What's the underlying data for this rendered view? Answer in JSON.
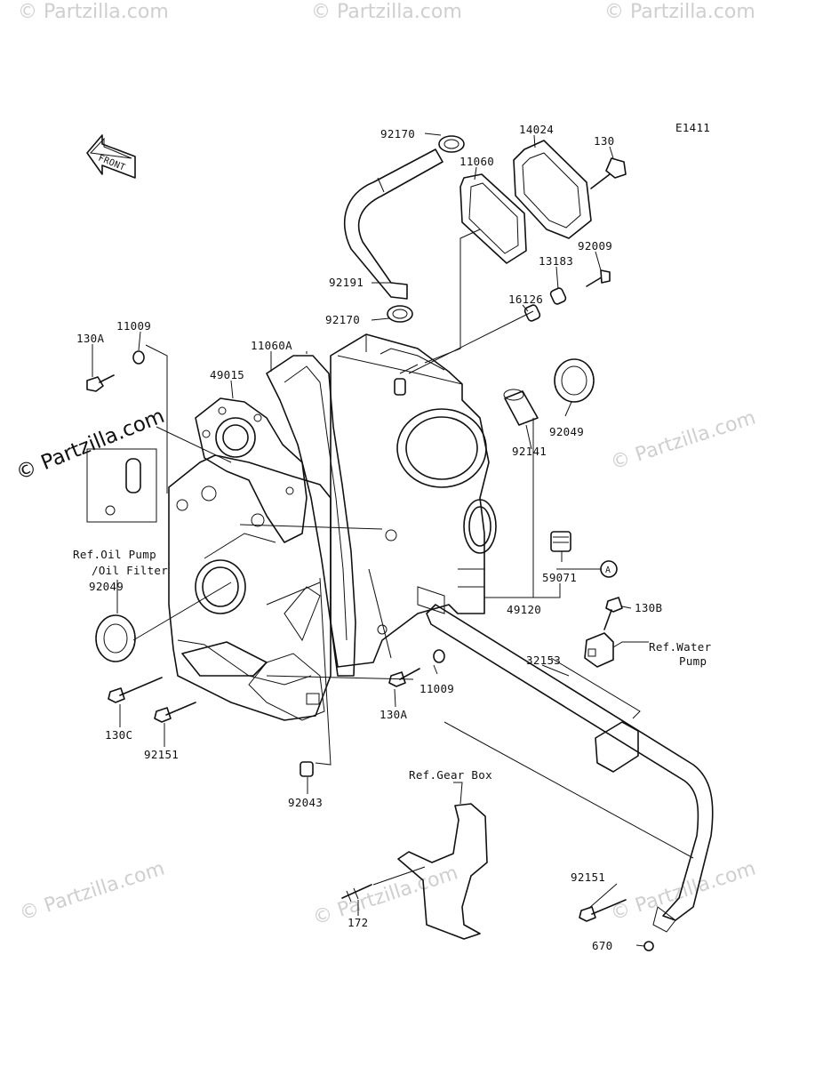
{
  "diagram": {
    "code": "E1411",
    "front_label": "FRONT",
    "watermark_text": "© Partzilla.com",
    "labels": {
      "p92170a": "92170",
      "p14024": "14024",
      "p130": "130",
      "p11060": "11060",
      "p92009": "92009",
      "p13183": "13183",
      "p16126": "16126",
      "p92191": "92191",
      "p92170b": "92170",
      "p11009a": "11009",
      "p130Aa": "130A",
      "p11060A": "11060A",
      "p49015": "49015",
      "p92049a": "92049",
      "p92141": "92141",
      "p92049b": "92049",
      "p59071": "59071",
      "marker_a": "A",
      "p49120": "49120",
      "p130B": "130B",
      "ref_water_1": "Ref.Water",
      "ref_water_2": "Pump",
      "p32153": "32153",
      "ref_oil_1": "Ref.Oil Pump",
      "ref_oil_2": "/Oil Filter",
      "p11009b": "11009",
      "p130Ab": "130A",
      "p130C": "130C",
      "p92151a": "92151",
      "p92043": "92043",
      "ref_gear": "Ref.Gear Box",
      "p92151b": "92151",
      "p172": "172",
      "p670": "670"
    }
  }
}
